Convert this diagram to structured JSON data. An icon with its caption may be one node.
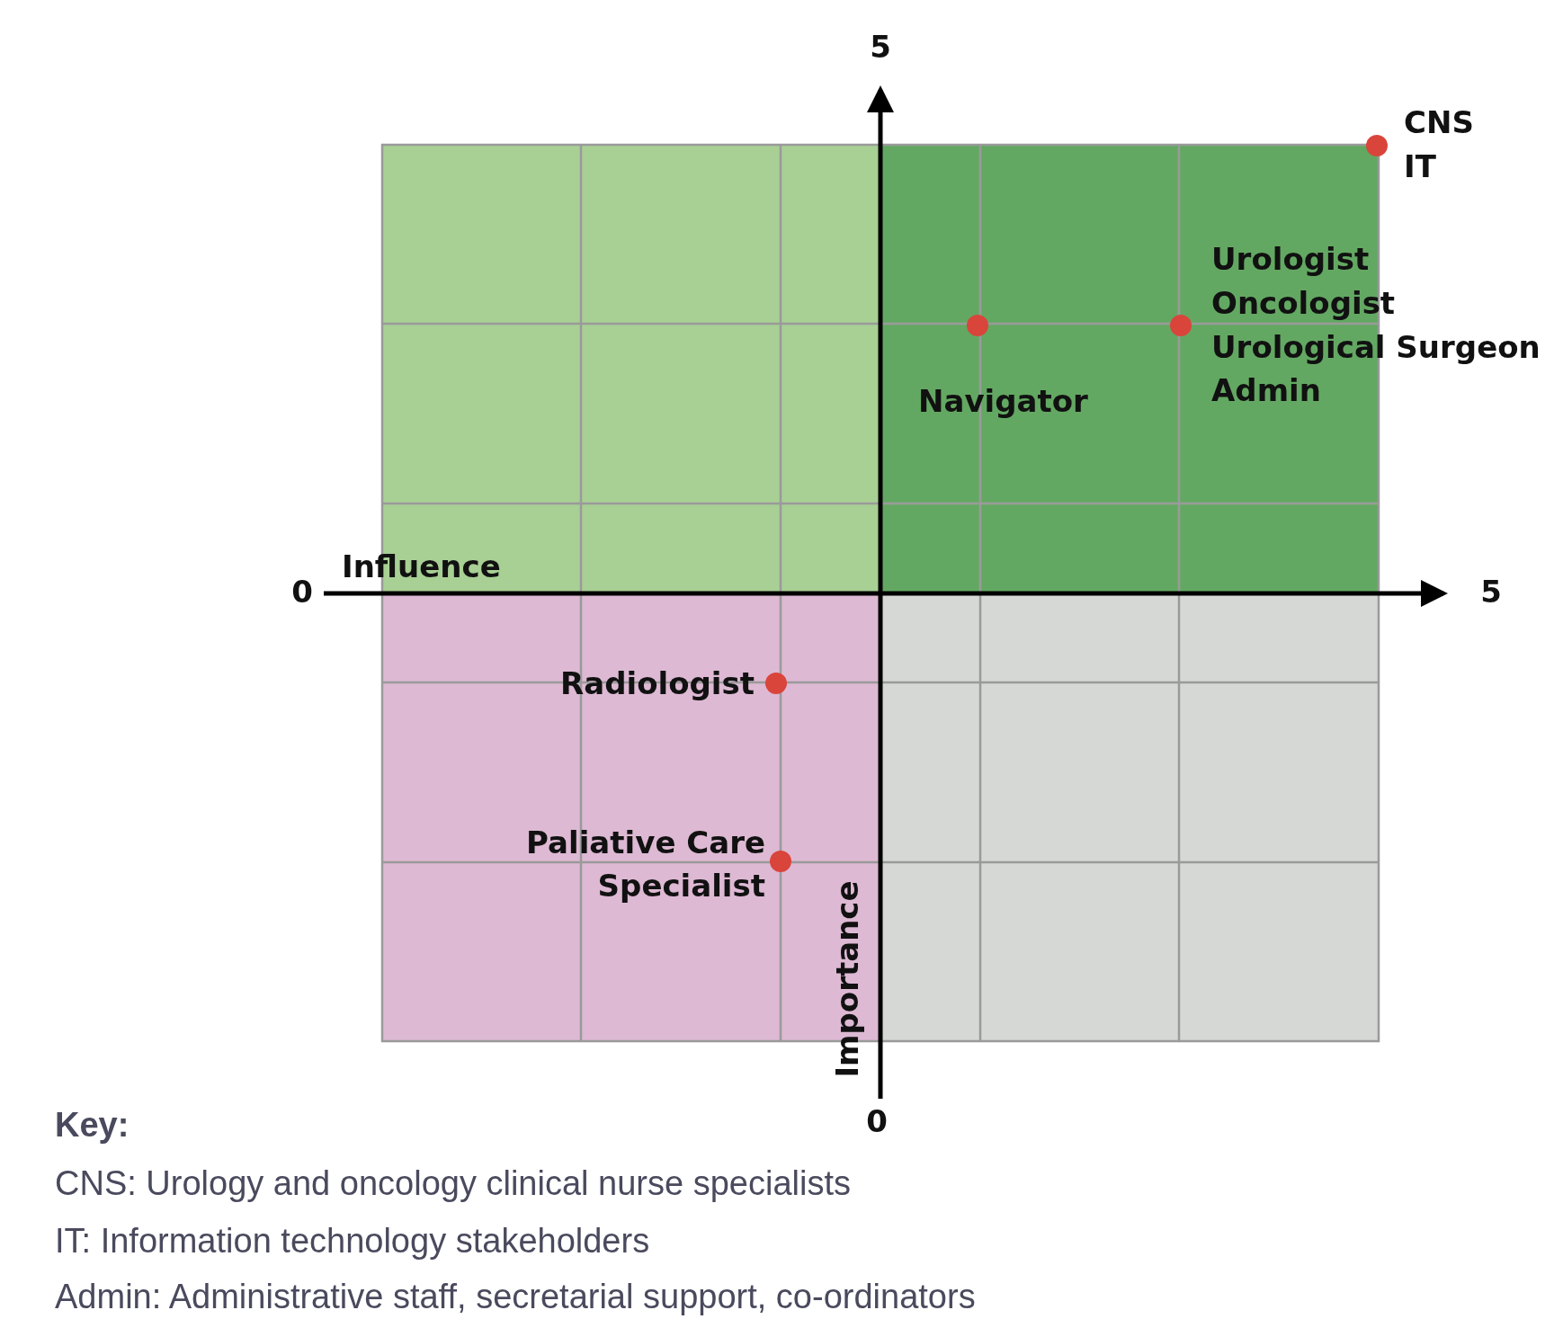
{
  "diagram": {
    "labels": [
      "5",
      "0",
      "Influence",
      "5",
      "CNS",
      "IT",
      "Urologist",
      "Oncologist",
      "Urological Surgeon",
      "Admin",
      "Navigator",
      "Radiologist",
      "Paliative Care Specialist",
      "Importance",
      "0",
      "Key:",
      "CNS: Urology and oncology clinical nurse specialists",
      "IT: Information technology stakeholders",
      "Admin: Administrative staff, secretarial support, co-ordinators"
    ]
  }
}
